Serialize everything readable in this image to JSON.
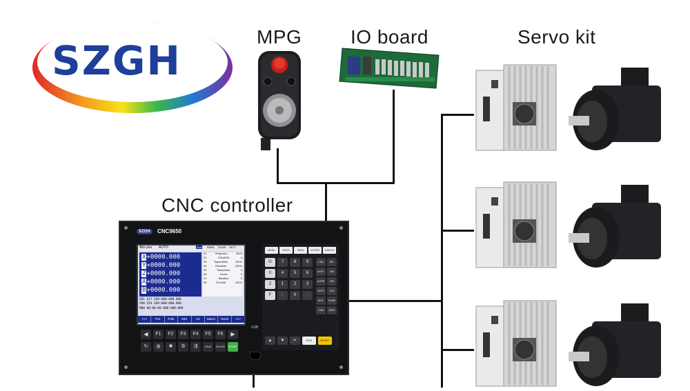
{
  "logo": {
    "text": "SZGH"
  },
  "labels": {
    "mpg": "MPG",
    "io_board": "IO board",
    "servo_kit": "Servo kit",
    "cnc_controller": "CNC controller"
  },
  "controller": {
    "badge": "SZGH",
    "model": "CNC9650",
    "usb": "USB",
    "screen": {
      "header_left": "Abs pos",
      "header_mode": "AUTO",
      "tabs": [
        "Sub",
        "PARA",
        "DGNS",
        "SETT"
      ],
      "axes": [
        "X",
        "Y",
        "Z",
        "A",
        "B"
      ],
      "axis_value": "+0000.000",
      "info_rows": [
        [
          "01",
          "Programs",
          "3000"
        ],
        [
          "02",
          "F.Rutf.FN",
          "0"
        ],
        [
          "03",
          "Rapid.Rate",
          "100%"
        ],
        [
          "04",
          "Feedrate",
          "100%"
        ],
        [
          "05",
          "Production",
          "0"
        ],
        [
          "06",
          "Count",
          "0"
        ],
        [
          "07",
          "Rotation",
          "0"
        ],
        [
          "08",
          "S.R.rate",
          "100%"
        ]
      ],
      "gcode_lines": [
        "G01 G17  G40:000:000.000",
        "G90 G54  G69:000:000.000",
        "M00 00:00:00 000:000:000"
      ],
      "softkeys": [
        "<<<",
        "Pos",
        "Path",
        "MDI",
        "Ad",
        "Macro",
        "Teach",
        ">>>"
      ]
    },
    "func_keys": [
      "F1",
      "F2",
      "F3",
      "F4",
      "F5",
      "F6"
    ],
    "bottom_keys": [
      "SAVE",
      "PAUSE",
      "START"
    ],
    "panel_top_keys": [
      "MENU",
      "PROG",
      "PARA",
      "COORD",
      "DGNOS"
    ],
    "panel_letters": [
      "G",
      "7",
      "8",
      "9",
      "X",
      "4",
      "5",
      "6",
      "Z",
      "1",
      "2",
      "3",
      "F",
      "-",
      "0",
      "."
    ],
    "panel_side": [
      "CAN",
      "DEL",
      "SHIFT",
      "INS",
      "ALTER",
      "SIM",
      "AUTO",
      "JOG",
      "EDIT",
      "HOME",
      "SAM",
      "PAGE",
      "FILE",
      "RESET"
    ],
    "colors": {
      "reset_key": "#f2c500",
      "start_key": "#3fb34a"
    }
  },
  "colors": {
    "logo_blue": "#1e3f9a",
    "panel_black": "#121314",
    "screen_blue": "#1c2b8f",
    "mpg_red": "#c81e1e"
  },
  "icons": [
    "mpg-pendant-image",
    "io-board-image",
    "servo-drive-image",
    "servo-motor-image"
  ]
}
